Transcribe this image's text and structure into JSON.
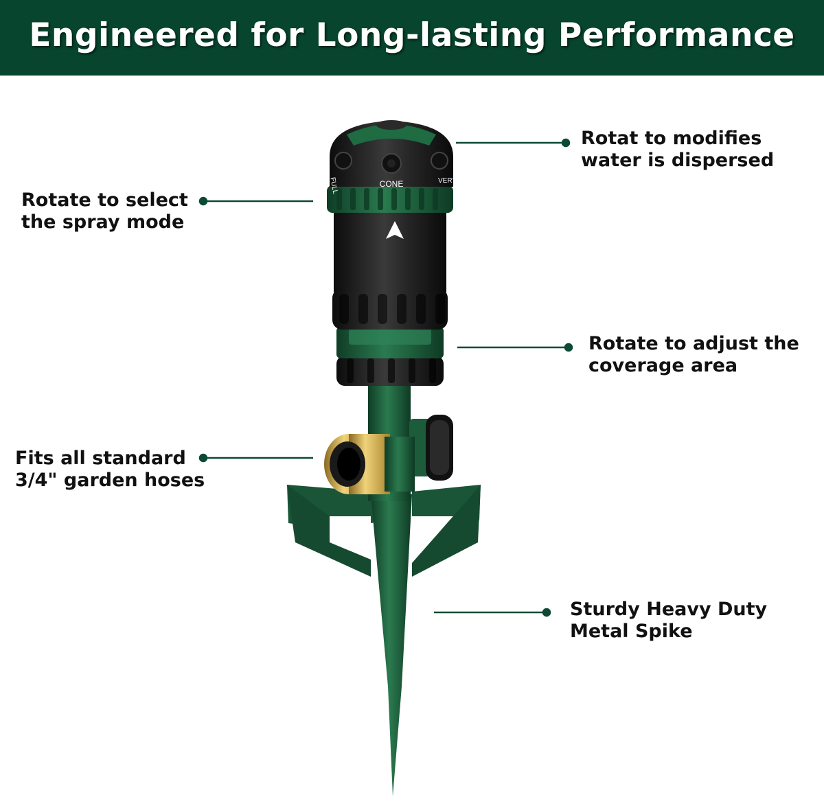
{
  "banner": {
    "title": "Engineered for Long-lasting Performance"
  },
  "colors": {
    "banner_bg": "#07452f",
    "leader_line": "#0b4a33",
    "product_green": "#1d5c3b",
    "product_black": "#151515",
    "brass": "#c9a84a"
  },
  "product": {
    "nozzle_labels": [
      "FULL",
      "CONE",
      "VERTI"
    ]
  },
  "callouts": {
    "modifies": {
      "line1": "Rotat to modifies",
      "line2": "water is dispersed"
    },
    "spray_mode": {
      "line1": "Rotate to select",
      "line2": "the spray mode"
    },
    "coverage": {
      "line1": "Rotate to adjust the",
      "line2": "coverage area"
    },
    "hoses": {
      "line1": "Fits all standard",
      "line2": "3/4\" garden hoses"
    },
    "spike": {
      "line1": "Sturdy Heavy Duty",
      "line2": "Metal Spike"
    }
  }
}
